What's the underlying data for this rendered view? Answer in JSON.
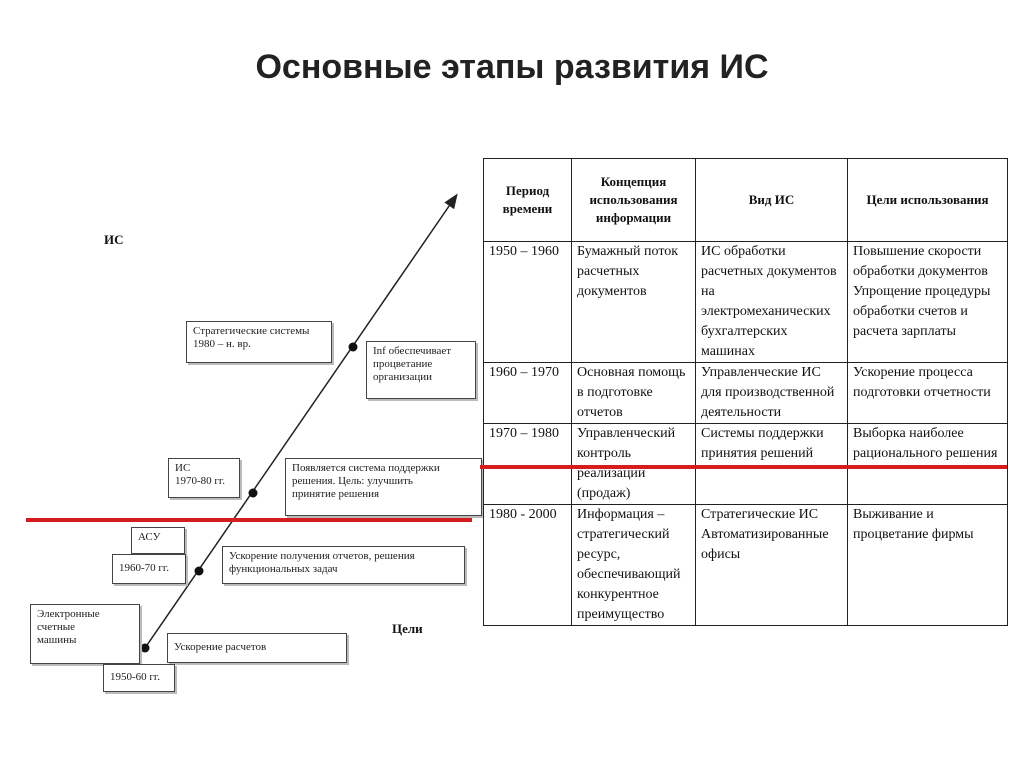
{
  "title": "Основные этапы развития ИС",
  "diagram": {
    "axis_is": "ИС",
    "axis_goals": "Цели",
    "boxes": {
      "strategic": [
        "Стратегические системы",
        "1980 – н. вр."
      ],
      "info": [
        "Inf обеспечивает",
        "процветание",
        "организации"
      ],
      "is7080": [
        "ИС",
        "1970-80 гг."
      ],
      "dss": [
        "Появляется система поддержки",
        "решения. Цель: улучшить",
        "принятие решения"
      ],
      "asu": "АСУ",
      "y6070": "1960-70 гг.",
      "reports": [
        "Ускорение получения отчетов, решения",
        "функциональных задач"
      ],
      "ecm": [
        "Электронные",
        "счетные",
        "машины"
      ],
      "calc": "Ускорение расчетов",
      "y5060": "1950-60 гг."
    }
  },
  "table": {
    "headers": [
      "Период времени",
      "Концепция использования информации",
      "Вид ИС",
      "Цели использования"
    ],
    "rows": [
      [
        "1950 – 1960",
        "Бумажный поток расчетных документов",
        "ИС обработки расчетных документов на электромеханических бухгалтерских машинах",
        "Повышение скорости обработки документов Упрощение процедуры обработки счетов и расчета зарплаты"
      ],
      [
        "1960 – 1970",
        "Основная помощь в подготовке отчетов",
        "Управленческие ИС для производственной деятельности",
        "Ускорение процесса подготовки отчетности"
      ],
      [
        "1970 – 1980",
        "Управленческий контроль реализации (продаж)",
        "Системы поддержки принятия решений",
        "Выборка наиболее рационального решения"
      ],
      [
        "1980 - 2000",
        "Информация – стратегический ресурс, обеспечивающий конкурентное преимущество",
        "Стратегические ИС Автоматизированные офисы",
        "Выживание и процветание фирмы"
      ]
    ]
  }
}
